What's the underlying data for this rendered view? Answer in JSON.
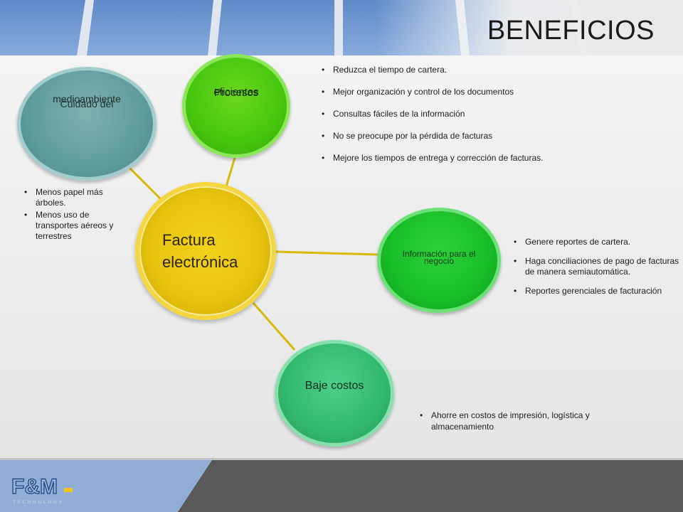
{
  "title": "BENEFICIOS",
  "center": {
    "label_line1": "Factura",
    "label_line2": "electrónica"
  },
  "nodes": {
    "procesos": {
      "line1": "Procesos",
      "line2": "eficientes"
    },
    "cuidado": {
      "line1": "Cuidado del",
      "line2": "medioambiente"
    },
    "informacion": {
      "line1": "Información para el",
      "line2": "negocio"
    },
    "costos": {
      "line1": "Baje costos"
    }
  },
  "bullets": {
    "procesos": [
      "Reduzca el tiempo de cartera.",
      "Mejor organización y control de los documentos",
      "Consultas fáciles de la información",
      "No se  preocupe por la pérdida de facturas",
      "Mejore los tiempos de entrega y corrección de facturas."
    ],
    "cuidado": [
      "Menos papel más árboles.",
      "Menos uso de transportes aéreos y terrestres"
    ],
    "informacion": [
      "Genere  reportes de cartera.",
      "Haga conciliaciones de pago de facturas de manera  semiautomática.",
      "Reportes gerenciales de facturación"
    ],
    "costos": [
      "Ahorre en  costos de impresión, logística y almacenamiento"
    ]
  },
  "logo": {
    "text_main": "F&M",
    "text_sub": "TECHNOLOGY"
  },
  "colors": {
    "center": "#e8c40e",
    "procesos": "#46c60e",
    "cuidado": "#5f9c9c",
    "informacion": "#18bd28",
    "costos": "#32b86e",
    "connector": "#d9b80c",
    "banner_blue": "#6f97cf"
  }
}
